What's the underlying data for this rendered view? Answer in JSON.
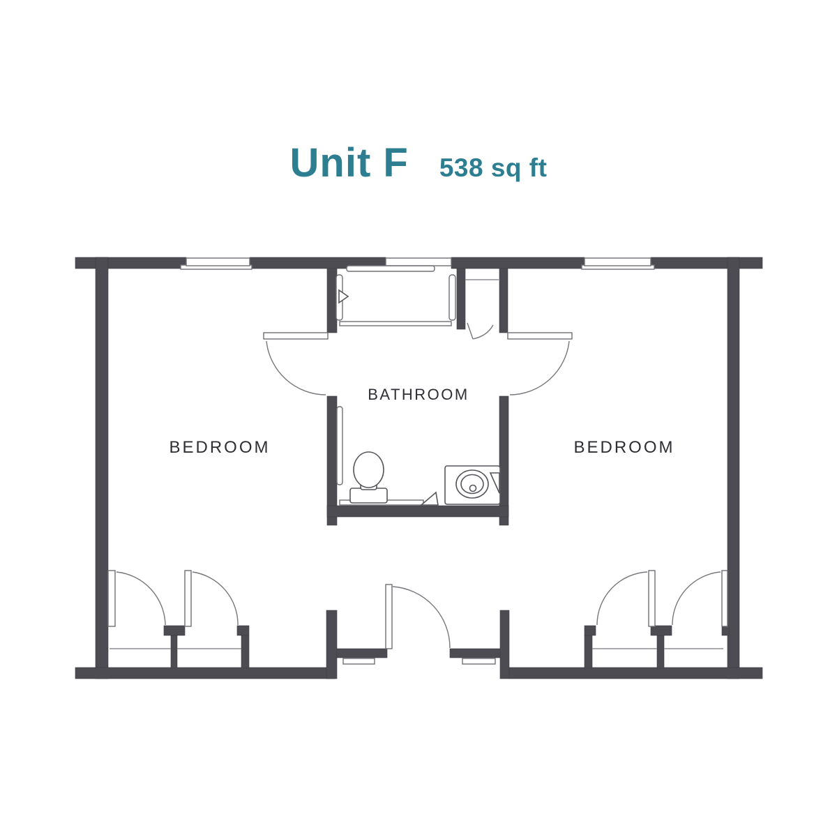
{
  "header": {
    "title": "Unit F",
    "area": "538 sq ft",
    "accent_color": "#2d7e91"
  },
  "rooms": {
    "left_bedroom": {
      "label": "BEDROOM"
    },
    "bathroom": {
      "label": "BATHROOM"
    },
    "right_bedroom": {
      "label": "BEDROOM"
    }
  },
  "colors": {
    "wall": "#4c4c52",
    "label_text": "#2e2e34",
    "door_arc": "#77777d"
  }
}
